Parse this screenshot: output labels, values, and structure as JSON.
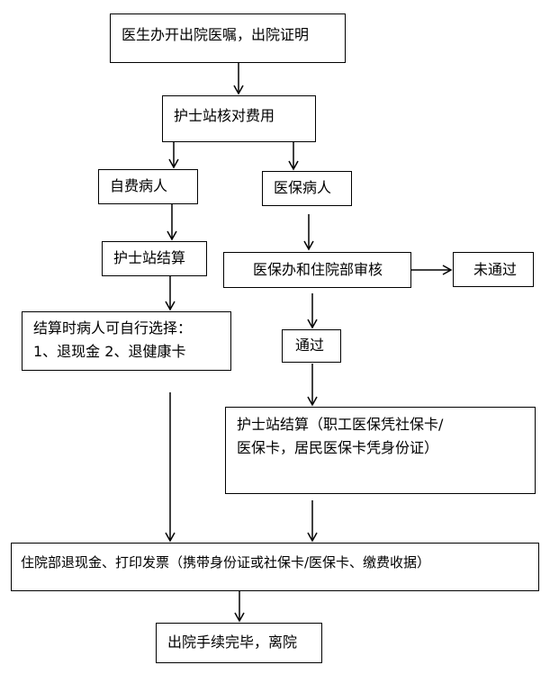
{
  "flowchart": {
    "step_doctor_orders": "医生办开出院医嘱，出院证明",
    "step_nurse_verify": "护士站核对费用",
    "self_pay_patient": "自费病人",
    "insured_patient": "医保病人",
    "self_pay_settlement": "护士站结算",
    "self_pay_options_line1": "结算时病人可自行选择：",
    "self_pay_options_line2": "1、退现金 2、退健康卡",
    "insurance_review": "医保办和住院部审核",
    "review_failed": "未通过",
    "review_passed": "通过",
    "insured_settlement_line1": "护士站结算（职工医保凭社保卡/",
    "insured_settlement_line2": "医保卡，居民医保卡凭身份证）",
    "refund_and_invoice": "住院部退现金、打印发票（携带身份证或社保卡/医保卡、缴费收据）",
    "discharge_complete": "出院手续完毕，离院"
  }
}
